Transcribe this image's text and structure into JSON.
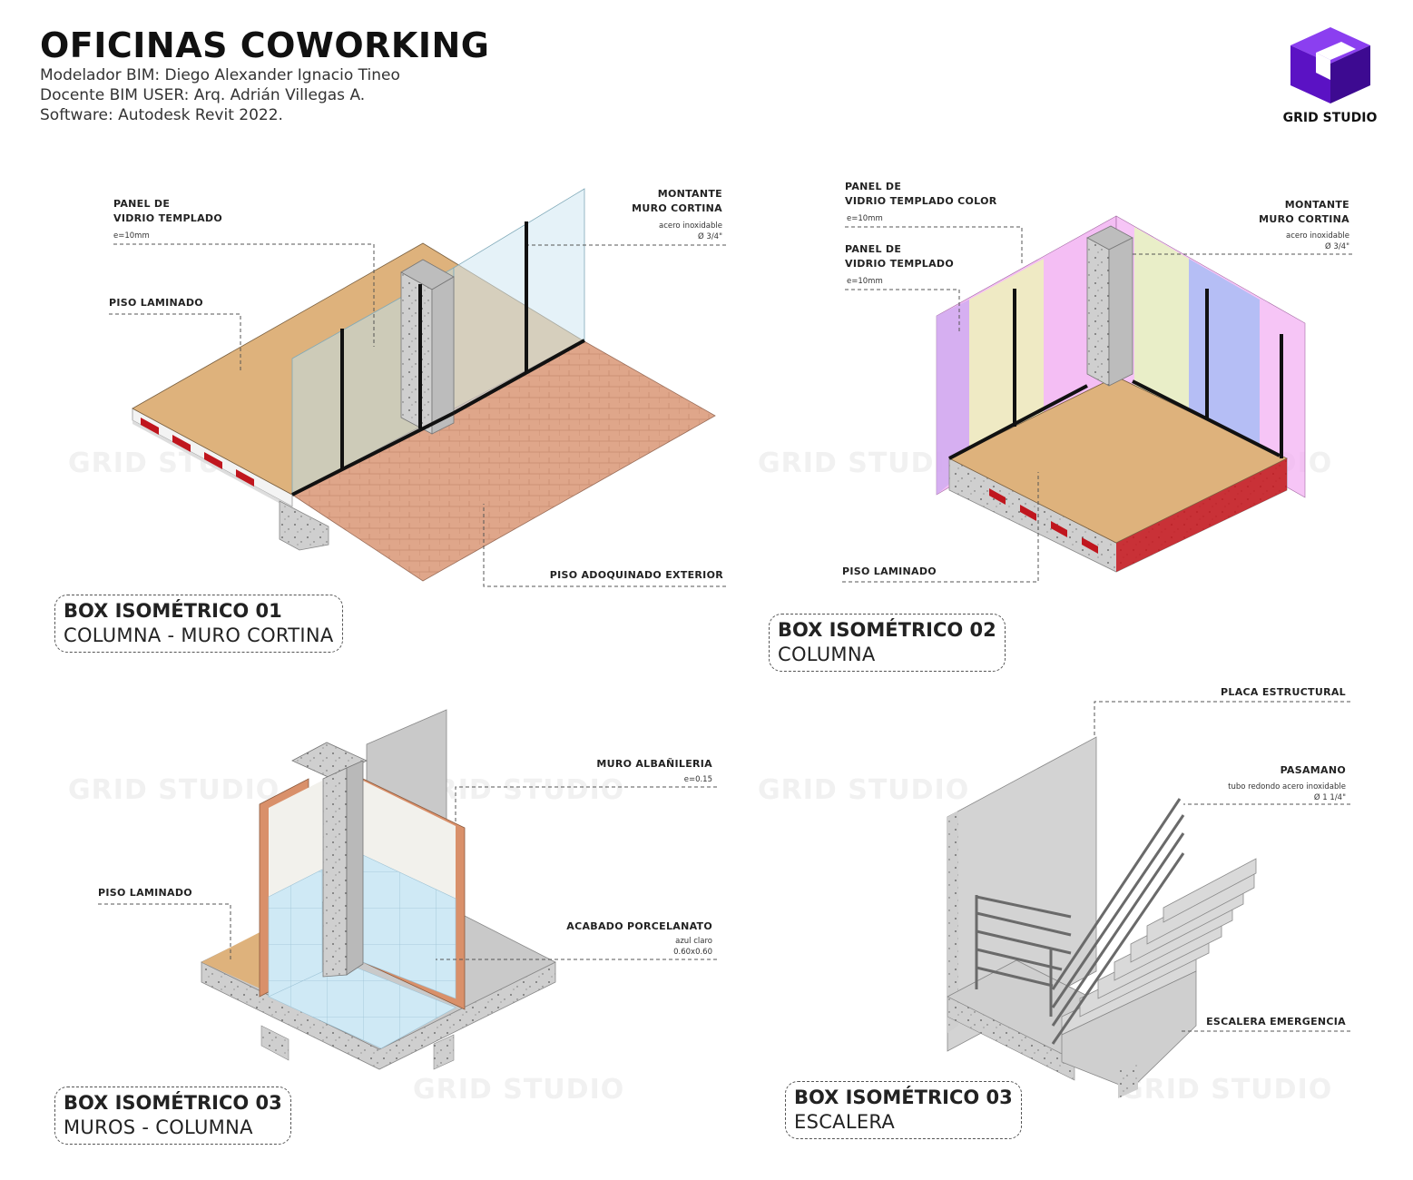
{
  "header": {
    "title": "OFICINAS COWORKING",
    "credits": [
      "Modelador BIM: Diego Alexander Ignacio Tineo",
      "Docente BIM USER: Arq. Adrián Villegas A.",
      "Software: Autodesk Revit 2022."
    ]
  },
  "logo": {
    "label": "GRID STUDIO",
    "icon": "cube-icon",
    "color": "#6a1fd1"
  },
  "watermark": "GRID STUDIO",
  "panels": [
    {
      "title": "BOX ISOMÉTRICO 01",
      "subtitle": "COLUMNA - MURO CORTINA",
      "annotations": {
        "glass": {
          "label1": "PANEL DE",
          "label2": "VIDRIO TEMPLADO",
          "detail": "e=10mm"
        },
        "mullion": {
          "label1": "MONTANTE",
          "label2": "MURO CORTINA",
          "detail1": "acero inoxidable",
          "detail2": "Ø 3/4\""
        },
        "floor": {
          "label": "PISO LAMINADO"
        },
        "paving": {
          "label": "PISO ADOQUINADO EXTERIOR"
        }
      }
    },
    {
      "title": "BOX ISOMÉTRICO 02",
      "subtitle": "COLUMNA",
      "annotations": {
        "color_glass": {
          "label1": "PANEL DE",
          "label2": "VIDRIO TEMPLADO COLOR",
          "detail": "e=10mm"
        },
        "glass": {
          "label1": "PANEL DE",
          "label2": "VIDRIO TEMPLADO",
          "detail": "e=10mm"
        },
        "mullion": {
          "label1": "MONTANTE",
          "label2": "MURO CORTINA",
          "detail1": "acero inoxidable",
          "detail2": "Ø 3/4\""
        },
        "floor": {
          "label": "PISO LAMINADO"
        }
      }
    },
    {
      "title": "BOX ISOMÉTRICO 03",
      "subtitle": "MUROS - COLUMNA",
      "annotations": {
        "masonry": {
          "label": "MURO ALBAÑILERIA",
          "detail": "e=0.15"
        },
        "floor": {
          "label": "PISO LAMINADO"
        },
        "tile": {
          "label": "ACABADO PORCELANATO",
          "detail1": "azul claro",
          "detail2": "0.60x0.60"
        }
      }
    },
    {
      "title": "BOX ISOMÉTRICO 03",
      "subtitle": "ESCALERA",
      "annotations": {
        "plate": {
          "label": "PLACA ESTRUCTURAL"
        },
        "handrail": {
          "label": "PASAMANO",
          "detail1": "tubo redondo acero inoxidable",
          "detail2": "Ø 1 1/4\""
        },
        "stair": {
          "label": "ESCALERA EMERGENCIA"
        }
      }
    }
  ]
}
